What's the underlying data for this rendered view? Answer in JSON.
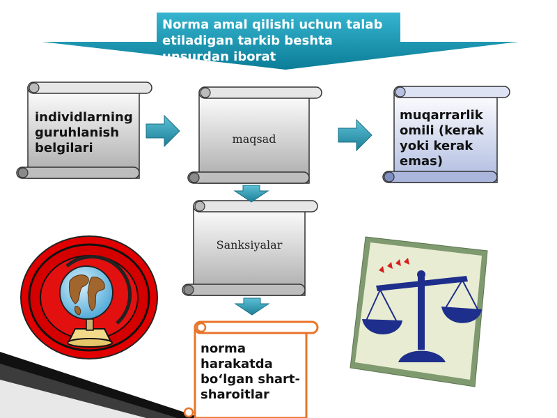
{
  "banner": {
    "text": "Norma amal qilishi uchun talab etiladigan  tarkib beshta unsurdan iborat"
  },
  "nodes": {
    "left": "individlarning guruhlanish belgilari",
    "center": "maqsad",
    "right": "muqarrarlik omili (kerak yoki kerak emas)",
    "middle": "Sanksiyalar",
    "bottom": "norma harakatda bo‘lgan shart-sharoitlar"
  },
  "colors": {
    "banner": "#1aa0bd",
    "arrow": "#2a8fa6",
    "scroll_gray": "#cfcfcf",
    "scroll_blue": "#c9d3ea",
    "scroll_orange": "#e8742a",
    "globe_ring": "#d40000",
    "scales": "#1e2e8c"
  }
}
